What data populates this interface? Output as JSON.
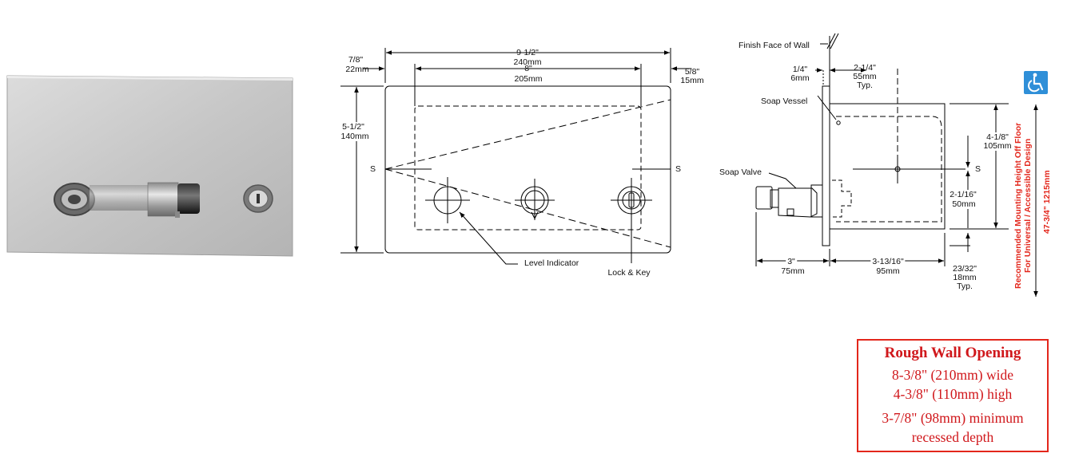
{
  "front_view": {
    "overall_width": "9-1/2\"",
    "overall_width_mm": "240mm",
    "inner_width": "8\"",
    "inner_width_mm": "205mm",
    "left_margin": "7/8\"",
    "left_margin_mm": "22mm",
    "right_margin": "5/8\"",
    "right_margin_mm": "15mm",
    "height": "5-1/2\"",
    "height_mm": "140mm",
    "section_mark": "S",
    "level_indicator": "Level Indicator",
    "lock_key": "Lock & Key"
  },
  "side_view": {
    "finish_face": "Finish Face of Wall",
    "flange": "1/4\"",
    "flange_mm": "6mm",
    "depth_top": "2-1/4\"",
    "depth_top_mm": "55mm",
    "typ": "Typ.",
    "soap_vessel": "Soap Vessel",
    "soap_valve": "Soap Valve",
    "section_mark": "S",
    "upper_height": "4-1/8\"",
    "upper_height_mm": "105mm",
    "lower_height": "2-1/16\"",
    "lower_height_mm": "50mm",
    "valve_projection": "3\"",
    "valve_projection_mm": "75mm",
    "body_depth": "3-13/16\"",
    "body_depth_mm": "95mm",
    "bottom_offset": "23/32\"",
    "bottom_offset_mm": "18mm",
    "bottom_offset_typ": "Typ.",
    "mounting_line1": "Recommended Mounting Height Off Floor",
    "mounting_line2": "For Universal / Accessible Design",
    "mounting_value": "47-3/4\"   1215mm"
  },
  "rough_opening": {
    "title": "Rough Wall Opening",
    "width": "8-3/8\" (210mm) wide",
    "height": "4-3/8\" (110mm) high",
    "depth_line1": "3-7/8\" (98mm) minimum",
    "depth_line2": "recessed depth"
  },
  "icons": {
    "accessibility": "wheelchair-accessibility-icon"
  },
  "colors": {
    "accent_red": "#e3261b",
    "accessibility_blue": "#2f8fd8"
  }
}
